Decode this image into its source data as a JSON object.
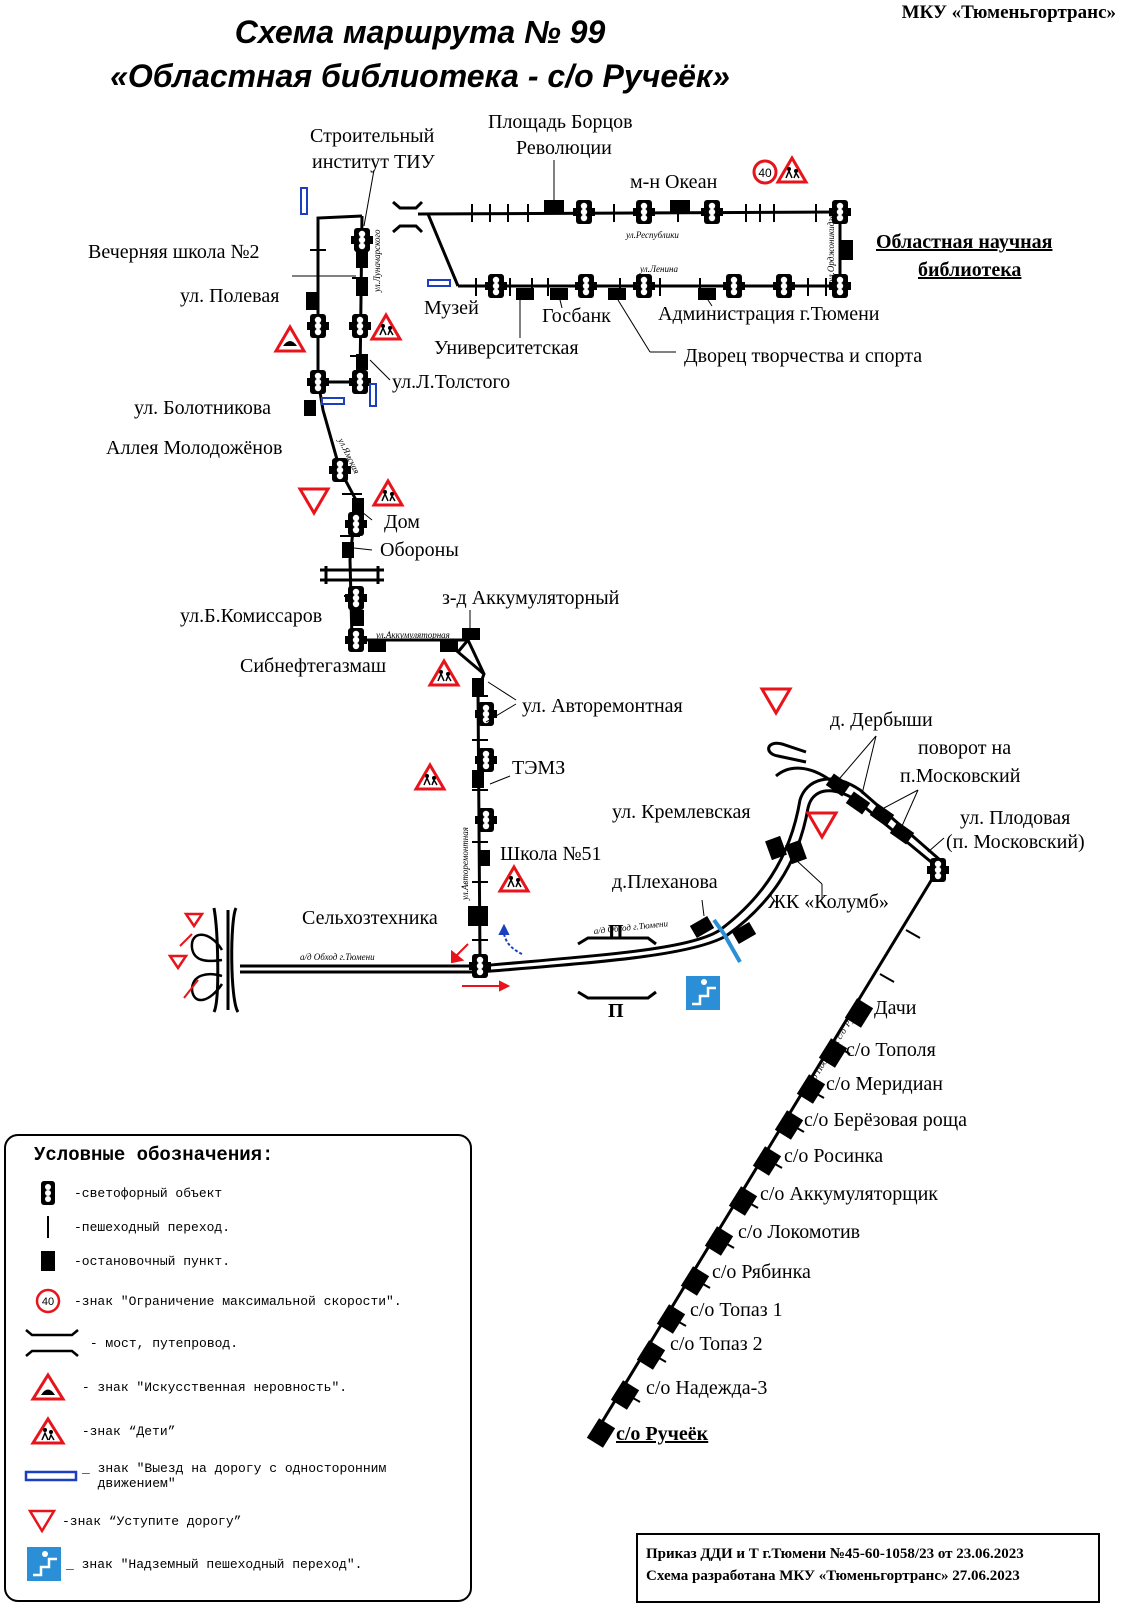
{
  "header": {
    "title_line1": "Схема маршрута № 99",
    "title_line2": "«Областная библиотека - с/о Ручеёк»",
    "organization": "МКУ «Тюменьгортранс»"
  },
  "map": {
    "stops": {
      "stroitelny": "Строительный",
      "stroitelny2": "институт ТИУ",
      "ploshchad": "Площадь Борцов",
      "ploshchad2": "Революции",
      "okean": "м-н Океан",
      "oblastnaya": "Областная научная",
      "oblastnaya2": "библиотека",
      "vechernyaya": "Вечерняя школа №2",
      "polevaya": "ул. Полевая",
      "muzey": "Музей",
      "gosbank": "Госбанк",
      "administratsiya": "Администрация г.Тюмени",
      "universitetskaya": "Университетская",
      "dvorets": "Дворец творчества и спорта",
      "tolstogo": "ул.Л.Толстого",
      "bolotnikova": "ул. Болотникова",
      "alleya": "Аллея Молодожёнов",
      "dom": "Дом",
      "dom2": "Обороны",
      "akkumulyatorny": "з-д Аккумуляторный",
      "komissarov": "ул.Б.Комиссаров",
      "sibneftegazmash": "Сибнефтегазмаш",
      "avtoremontnaya": "ул. Авторемонтная",
      "temz": "ТЭМЗ",
      "shkola51": "Школа №51",
      "selkhoztekhnika": "Сельхозтехника",
      "kremlevskaya": "ул. Кремлевская",
      "plekhanova": "д.Плеханова",
      "kolumb": "ЖК «Колумб»",
      "derbyshi": "д. Дербыши",
      "povorot": "поворот на",
      "povorot2": "п.Московский",
      "plodovaya": "ул. Плодовая",
      "plodovaya2": "(п. Московский)",
      "dachi": "Дачи",
      "topolya": "с/о Тополя",
      "meridian": "с/о Меридиан",
      "berezovaya": "с/о Берёзовая роща",
      "rosinka": "с/о Росинка",
      "akkumulyatorshchik": "с/о Аккумуляторщик",
      "lokomotiv": "с/о Локомотив",
      "ryabinka": "с/о Рябинка",
      "topaz1": "с/о Топаз 1",
      "topaz2": "с/о Топаз 2",
      "nadezhda": "с/о Надежда-3",
      "rucheek": "с/о Ручеёк"
    },
    "streets": {
      "respubliki": "ул.Республики",
      "lenina": "ул.Ленина",
      "ordzhonikidze": "ул.Орджоникидзе",
      "lunacharskogo": "ул.Луначарского",
      "yamskaya": "ул.Ямская",
      "akkumulyatornaya": "ул.Аккумуляторная",
      "avtoremontnaya_st": "ул.Авторемонтная",
      "obkhod1": "а/д Обход г.Тюмени",
      "obkhod2": "а/д Обход г.Тюмени",
      "podezd": "а/д Подъезд к с/о\"Ручеёк\""
    },
    "speed_limit": "40",
    "bridge_glyph": "П"
  },
  "legend": {
    "title": "Условные обозначения:",
    "items": [
      {
        "icon": "traffic-light-icon",
        "text": "-светофорный объект"
      },
      {
        "icon": "crosswalk-icon",
        "text": "-пешеходный переход."
      },
      {
        "icon": "bus-stop-icon",
        "text": "-остановочный пункт."
      },
      {
        "icon": "speed-limit-icon",
        "text": "-знак \"Ограничение максимальной скорости\".",
        "value": "40"
      },
      {
        "icon": "bridge-icon",
        "text": " - мост, путепровод."
      },
      {
        "icon": "speed-bump-sign-icon",
        "text": " - знак \"Искусственная неровность\"."
      },
      {
        "icon": "children-sign-icon",
        "text": " -знак “Дети”"
      },
      {
        "icon": "one-way-exit-icon",
        "text": "_ знак \"Выезд на дорогу с односторонним\n  движением\""
      },
      {
        "icon": "yield-sign-icon",
        "text": "-знак “Уступите дорогу”"
      },
      {
        "icon": "overpass-crossing-icon",
        "text": "_ знак \"Надземный пешеходный переход\"."
      }
    ]
  },
  "footer": {
    "line1": "Приказ ДДИ и Т г.Тюмени №45-60-1058/23 от 23.06.2023",
    "line2": "Схема разработана МКУ «Тюменьгортранс» 27.06.2023"
  },
  "colors": {
    "route": "#000000",
    "yield_sign": "#e8141b",
    "one_way": "#1c3fbf",
    "overpass": "#2a8fd6",
    "arrow_red": "#e8141b",
    "arrow_blue": "#1c3fbf"
  }
}
